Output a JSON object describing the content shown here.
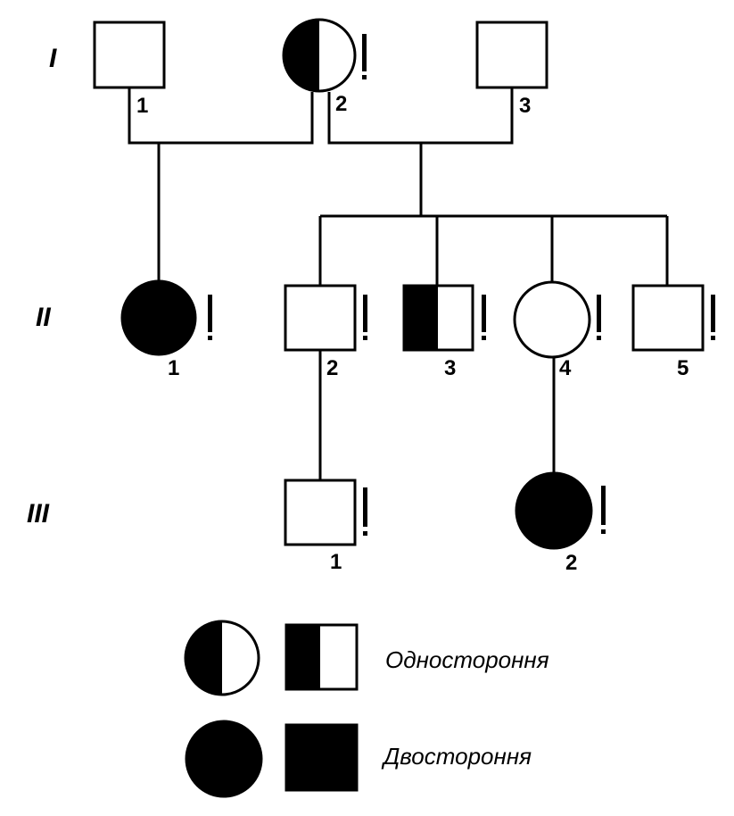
{
  "generations": [
    "I",
    "II",
    "III"
  ],
  "individuals": [
    {
      "id": "I-1",
      "number": "1",
      "sex": "male",
      "status": "unaffected",
      "examined": false
    },
    {
      "id": "I-2",
      "number": "2",
      "sex": "female",
      "status": "unilateral",
      "examined": true
    },
    {
      "id": "I-3",
      "number": "3",
      "sex": "male",
      "status": "unaffected",
      "examined": false
    },
    {
      "id": "II-1",
      "number": "1",
      "sex": "female",
      "status": "bilateral",
      "examined": true
    },
    {
      "id": "II-2",
      "number": "2",
      "sex": "male",
      "status": "unaffected",
      "examined": true
    },
    {
      "id": "II-3",
      "number": "3",
      "sex": "male",
      "status": "unilateral",
      "examined": true
    },
    {
      "id": "II-4",
      "number": "4",
      "sex": "female",
      "status": "unaffected",
      "examined": true
    },
    {
      "id": "II-5",
      "number": "5",
      "sex": "male",
      "status": "unaffected",
      "examined": true
    },
    {
      "id": "III-1",
      "number": "1",
      "sex": "male",
      "status": "unaffected",
      "examined": true
    },
    {
      "id": "III-2",
      "number": "2",
      "sex": "female",
      "status": "bilateral",
      "examined": true
    }
  ],
  "legend": {
    "unilateral": "Одностороння",
    "bilateral": "Двостороння"
  },
  "colors": {
    "stroke": "#000000",
    "fill": "#000000",
    "background": "#ffffff"
  }
}
